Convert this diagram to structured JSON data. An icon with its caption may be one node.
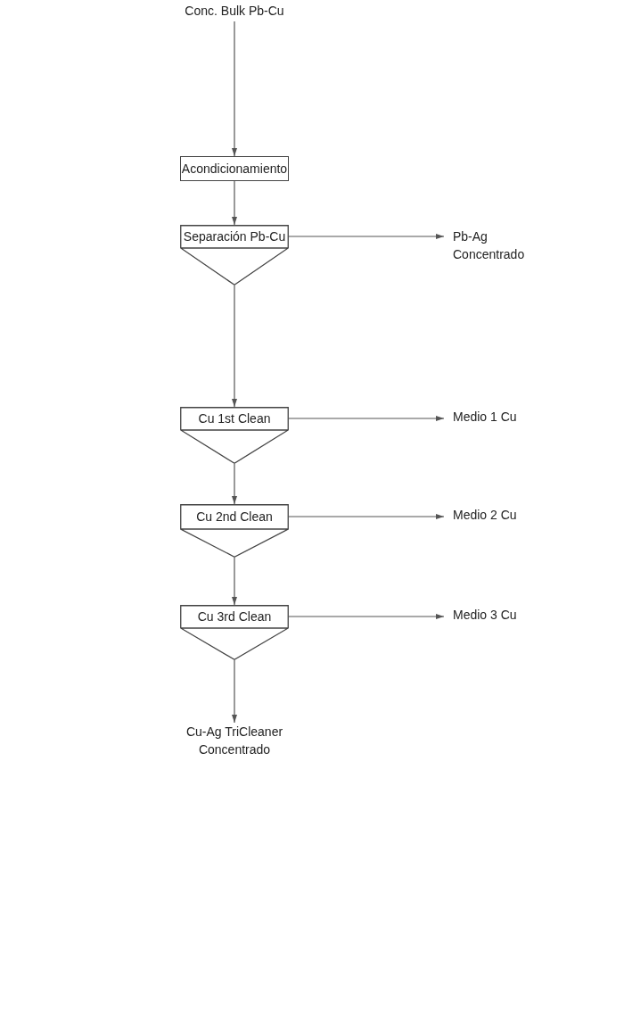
{
  "diagram": {
    "nodes": [
      {
        "text": [
          "Conc. Bulk Pb-Cu"
        ]
      },
      {
        "text": [
          "Acondicionamiento"
        ]
      },
      {
        "text": [
          "Separación Pb-Cu"
        ]
      },
      {
        "text": [
          "Pb-Ag Concentrado"
        ]
      },
      {
        "text": [
          "Cu 1st Clean"
        ]
      },
      {
        "text": [
          "Medio 1 Cu"
        ]
      },
      {
        "text": [
          "Cu 2nd Clean"
        ]
      },
      {
        "text": [
          "Medio 2 Cu"
        ]
      },
      {
        "text": [
          "Cu 3rd Clean"
        ]
      },
      {
        "text": [
          "Medio 3 Cu"
        ]
      },
      {
        "text": [
          "Cu-Ag TriCleaner Concentrado"
        ]
      }
    ],
    "edges": [
      {
        "from": 0,
        "to": 1,
        "arrow": "to"
      },
      {
        "from": 1,
        "to": 2,
        "arrow": "to"
      },
      {
        "from": 2,
        "to": 3,
        "arrow": "to"
      },
      {
        "from": 2,
        "to": 4,
        "arrow": "to"
      },
      {
        "from": 4,
        "to": 5,
        "arrow": "to"
      },
      {
        "from": 4,
        "to": 6,
        "arrow": "to"
      },
      {
        "from": 6,
        "to": 7,
        "arrow": "to"
      },
      {
        "from": 6,
        "to": 8,
        "arrow": "to"
      },
      {
        "from": 8,
        "to": 9,
        "arrow": "to"
      },
      {
        "from": 8,
        "to": 10,
        "arrow": "to"
      }
    ]
  }
}
